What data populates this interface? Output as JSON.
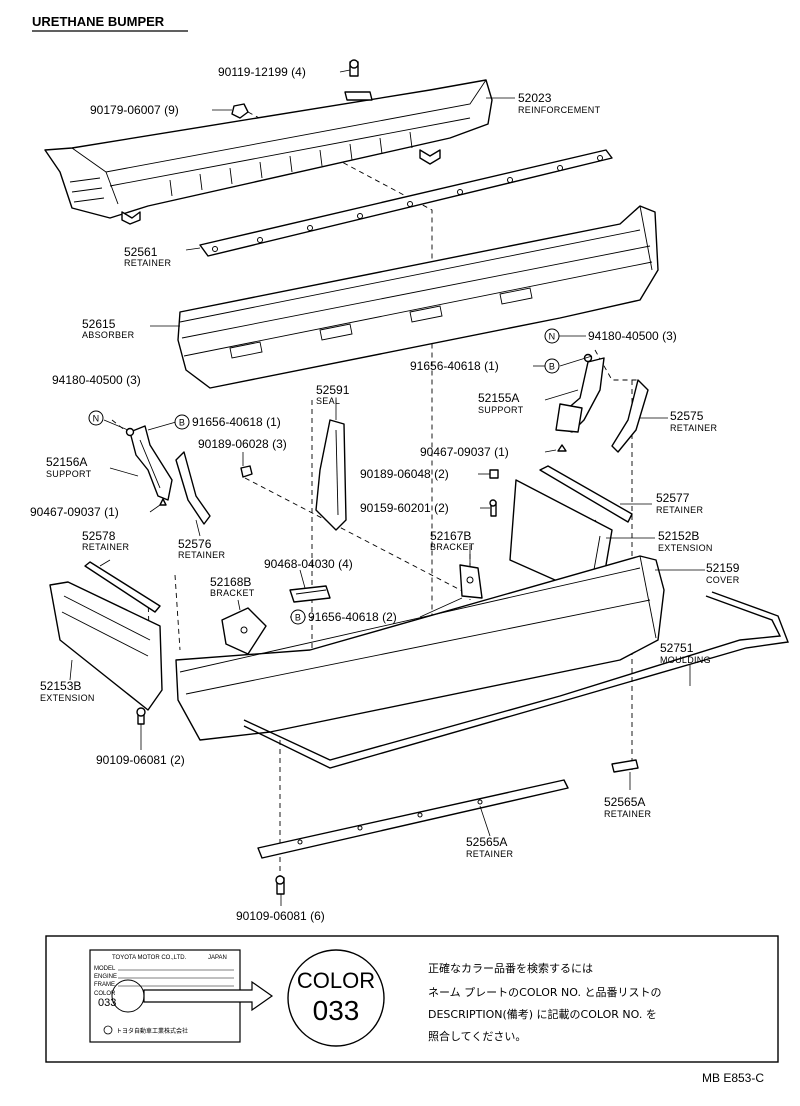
{
  "title": "URETHANE BUMPER",
  "footer_code": "MB E853-C",
  "parts": {
    "p1": {
      "num": "90119-12199 (4)",
      "desc": ""
    },
    "p2": {
      "num": "90179-06007 (9)",
      "desc": ""
    },
    "p3": {
      "num": "52023",
      "desc": "REINFORCEMENT"
    },
    "p4": {
      "num": "52561",
      "desc": "RETAINER"
    },
    "p5": {
      "num": "52615",
      "desc": "ABSORBER"
    },
    "p6": {
      "num": "94180-40500 (3)",
      "desc": ""
    },
    "p7": {
      "num": "91656-40618 (1)",
      "desc": ""
    },
    "p8": {
      "num": "52155A",
      "desc": "SUPPORT"
    },
    "p9": {
      "num": "52575",
      "desc": "RETAINER"
    },
    "p10": {
      "num": "94180-40500 (3)",
      "desc": ""
    },
    "p11": {
      "num": "91656-40618 (1)",
      "desc": ""
    },
    "p12": {
      "num": "52591",
      "desc": "SEAL"
    },
    "p13": {
      "num": "90189-06028 (3)",
      "desc": ""
    },
    "p14": {
      "num": "90467-09037 (1)",
      "desc": ""
    },
    "p15": {
      "num": "52156A",
      "desc": "SUPPORT"
    },
    "p16": {
      "num": "90467-09037 (1)",
      "desc": ""
    },
    "p17": {
      "num": "90189-06048 (2)",
      "desc": ""
    },
    "p18": {
      "num": "52577",
      "desc": "RETAINER"
    },
    "p19": {
      "num": "90159-60201 (2)",
      "desc": ""
    },
    "p20": {
      "num": "52578",
      "desc": "RETAINER"
    },
    "p21": {
      "num": "52576",
      "desc": "RETAINER"
    },
    "p22": {
      "num": "52167B",
      "desc": "BRACKET"
    },
    "p23": {
      "num": "52152B",
      "desc": "EXTENSION"
    },
    "p24": {
      "num": "90468-04030 (4)",
      "desc": ""
    },
    "p25": {
      "num": "52168B",
      "desc": "BRACKET"
    },
    "p26": {
      "num": "52159",
      "desc": "COVER"
    },
    "p27": {
      "num": "91656-40618 (2)",
      "desc": ""
    },
    "p28": {
      "num": "52751",
      "desc": "MOULDING"
    },
    "p29": {
      "num": "52153B",
      "desc": "EXTENSION"
    },
    "p30": {
      "num": "90109-06081 (2)",
      "desc": ""
    },
    "p31": {
      "num": "52565A",
      "desc": "RETAINER"
    },
    "p32": {
      "num": "52565A",
      "desc": "RETAINER"
    },
    "p33": {
      "num": "90109-06081 (6)",
      "desc": ""
    }
  },
  "markers": {
    "n": "N",
    "b": "B"
  },
  "plate": {
    "maker": "TOYOTA MOTOR CO.,LTD.",
    "country": "JAPAN",
    "row1": "MODEL",
    "row2": "ENGINE",
    "row3": "FRAME",
    "color_label": "COLOR",
    "color_code": "033",
    "bottom": "トヨタ自動車工業株式会社"
  },
  "badge": {
    "word": "COLOR",
    "code": "033"
  },
  "note": {
    "line1": "正確なカラー品番を検索するには",
    "line2": "ネーム プレートのCOLOR NO. と品番リストの",
    "line3": "DESCRIPTION(備考) に記載のCOLOR NO. を",
    "line4": "照合してください。"
  }
}
